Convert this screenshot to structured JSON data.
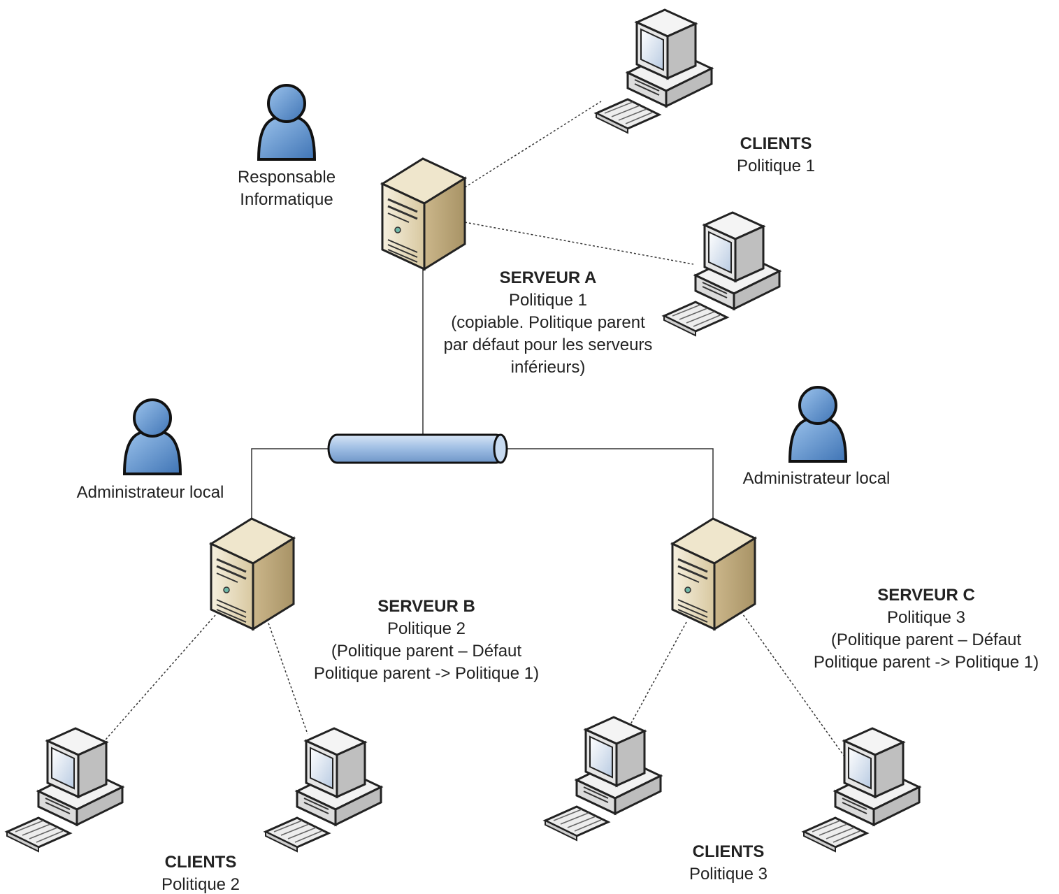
{
  "people": {
    "responsable": {
      "line1": "Responsable",
      "line2": "Informatique"
    },
    "admin_b": {
      "label": "Administrateur local"
    },
    "admin_c": {
      "label": "Administrateur local"
    }
  },
  "servers": {
    "a": {
      "title": "SERVEUR A",
      "lines": [
        "Politique 1",
        "(copiable. Politique parent",
        "par défaut pour les serveurs",
        "inférieurs)"
      ]
    },
    "b": {
      "title": "SERVEUR B",
      "lines": [
        "Politique 2",
        "(Politique parent – Défaut",
        "Politique parent -> Politique 1)"
      ]
    },
    "c": {
      "title": "SERVEUR C",
      "lines": [
        "Politique 3",
        "(Politique parent – Défaut",
        "Politique parent -> Politique 1)"
      ]
    }
  },
  "clients": {
    "a": {
      "title": "CLIENTS",
      "line": "Politique 1"
    },
    "b": {
      "title": "CLIENTS",
      "line": "Politique 2"
    },
    "c": {
      "title": "CLIENTS",
      "line": "Politique 3"
    }
  },
  "colors": {
    "person": "#5b8fc9",
    "server": "#e7dcc0",
    "pipe": "#9dbde3",
    "monitor": "#e9e9e9"
  },
  "icons": {
    "person": "user-icon",
    "server": "server-icon",
    "client": "desktop-computer-icon",
    "bus": "network-bus-icon"
  }
}
